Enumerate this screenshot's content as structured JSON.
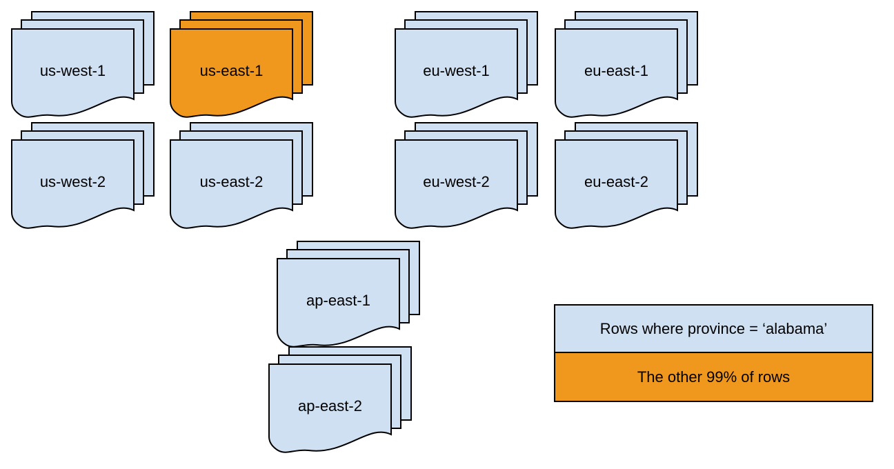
{
  "colors": {
    "document_fill": "#cfe0f2",
    "highlight_fill": "#f0981e",
    "outline": "#000000"
  },
  "stacks": [
    {
      "label": "us-west-1",
      "variant": "blue"
    },
    {
      "label": "us-east-1",
      "variant": "orange"
    },
    {
      "label": "eu-west-1",
      "variant": "blue"
    },
    {
      "label": "eu-east-1",
      "variant": "blue"
    },
    {
      "label": "us-west-2",
      "variant": "blue"
    },
    {
      "label": "us-east-2",
      "variant": "blue"
    },
    {
      "label": "eu-west-2",
      "variant": "blue"
    },
    {
      "label": "eu-east-2",
      "variant": "blue"
    },
    {
      "label": "ap-east-1",
      "variant": "blue"
    },
    {
      "label": "ap-east-2",
      "variant": "blue"
    }
  ],
  "legend": {
    "items": [
      {
        "label": "Rows where province = ‘alabama’",
        "variant": "blue"
      },
      {
        "label": "The other 99% of rows",
        "variant": "orange"
      }
    ]
  }
}
